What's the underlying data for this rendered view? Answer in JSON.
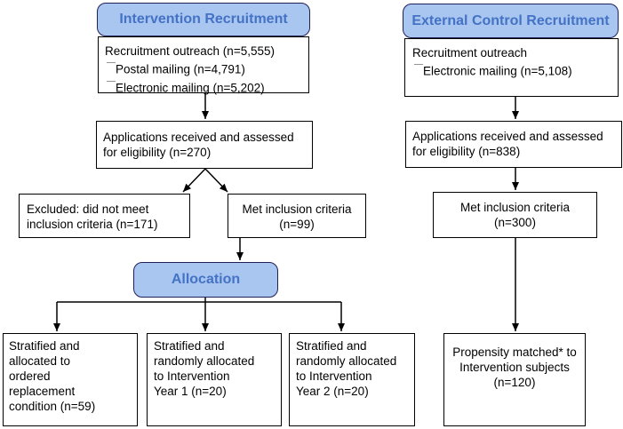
{
  "colors": {
    "header_fill": "#a9c6f1",
    "header_text": "#4472c4",
    "border": "#000000"
  },
  "headers": {
    "intervention": "Intervention Recruitment",
    "external": "External Control Recruitment",
    "allocation": "Allocation"
  },
  "intervention": {
    "outreach": [
      "Recruitment outreach (n=5,555)",
      "Postal mailing (n=4,791)",
      "Electronic mailing (n=5,202)"
    ],
    "applications": [
      "Applications received and assessed",
      "for eligibility (n=270)"
    ],
    "excluded": [
      "Excluded:  did not meet",
      "inclusion criteria (n=171)"
    ],
    "met": [
      "Met inclusion criteria",
      "(n=99)"
    ]
  },
  "external": {
    "outreach": [
      "Recruitment outreach",
      "Electronic mailing (n=5,108)"
    ],
    "applications": [
      "Applications received and assessed",
      "for eligibility (n=838)"
    ],
    "met": [
      "Met inclusion criteria",
      "(n=300)"
    ],
    "propensity": [
      "Propensity matched* to",
      "Intervention subjects",
      "(n=120)"
    ]
  },
  "allocation": {
    "ordered": [
      "Stratified and",
      "allocated to",
      "ordered",
      "replacement",
      "condition (n=59)"
    ],
    "year1": [
      "Stratified and",
      "randomly allocated",
      "to Intervention",
      "Year 1 (n=20)"
    ],
    "year2": [
      "Stratified and",
      "randomly allocated",
      "to Intervention",
      "Year 2 (n=20)"
    ]
  }
}
